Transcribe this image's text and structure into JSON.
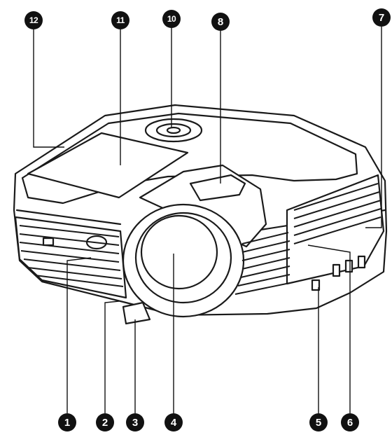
{
  "callouts": [
    {
      "id": "c1",
      "label": "1"
    },
    {
      "id": "c2",
      "label": "2"
    },
    {
      "id": "c3",
      "label": "3"
    },
    {
      "id": "c4",
      "label": "4"
    },
    {
      "id": "c5",
      "label": "5"
    },
    {
      "id": "c6",
      "label": "6"
    },
    {
      "id": "c7",
      "label": "7"
    },
    {
      "id": "c8",
      "label": "8"
    },
    {
      "id": "c10",
      "label": "10"
    },
    {
      "id": "c11",
      "label": "11"
    },
    {
      "id": "c12",
      "label": "12"
    }
  ],
  "colors": {
    "ink": "#111111",
    "line": "#1a1a1a",
    "paper": "#ffffff"
  }
}
